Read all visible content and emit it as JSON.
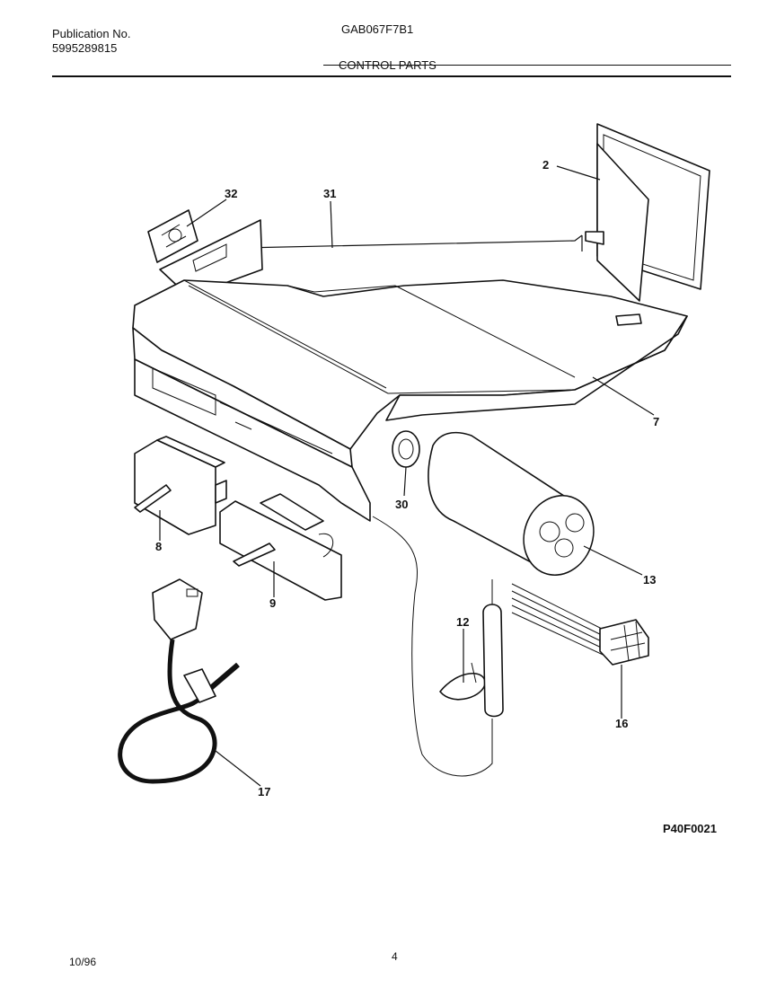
{
  "header": {
    "publication_label": "Publication No.",
    "publication_number": "5995289815",
    "model": "GAB067F7B1",
    "section_title": "CONTROL PARTS"
  },
  "callouts": {
    "c2": "2",
    "c32": "32",
    "c31": "31",
    "c7": "7",
    "c30": "30",
    "c13": "13",
    "c8": "8",
    "c9": "9",
    "c12": "12",
    "c16": "16",
    "c17": "17"
  },
  "footer": {
    "figure_id": "P40F0021",
    "date": "10/96",
    "page": "4"
  }
}
